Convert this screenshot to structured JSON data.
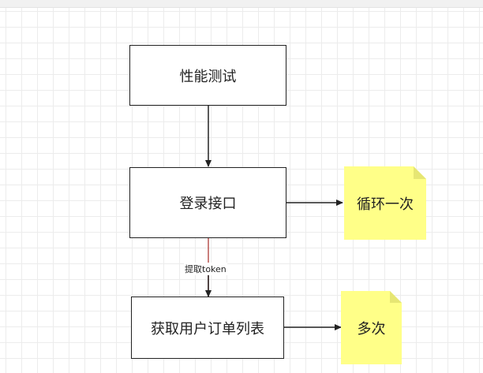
{
  "nodes": {
    "perf_test": "性能测试",
    "login_api": "登录接口",
    "order_list": "获取用户订单列表"
  },
  "notes": {
    "loop_once": "循环一次",
    "many_times": "多次"
  },
  "edges": {
    "extract_token": "提取token"
  },
  "colors": {
    "note_fill": "#ffff88",
    "note_fold": "#e6e673",
    "stroke": "#222222",
    "token_edge": "#b85450"
  }
}
